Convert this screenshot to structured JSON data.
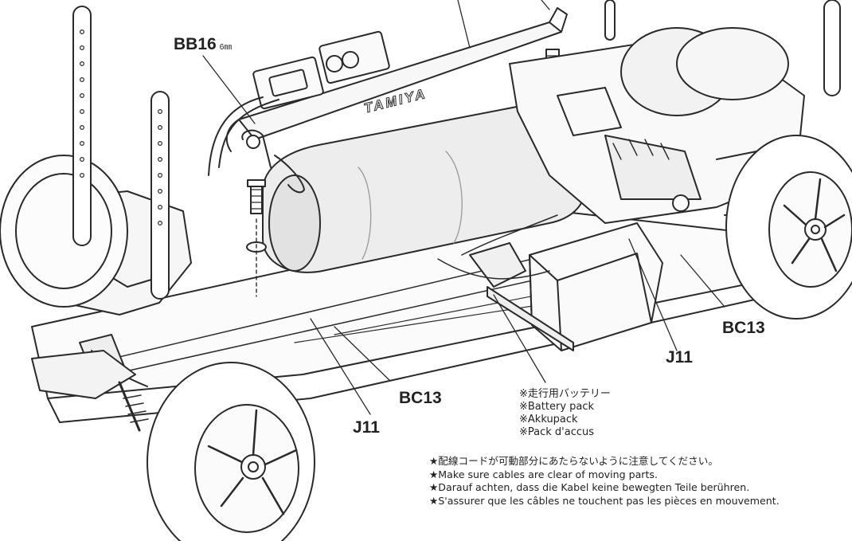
{
  "labels": {
    "bb16": "BB16",
    "bb16_size": "6㎜",
    "bc13_right": "BC13",
    "j11_center": "J11",
    "bc13_center": "BC13",
    "j11_left": "J11",
    "brand": "TAMIYA"
  },
  "part_names": [
    "※走行用バッテリー",
    "※Battery pack",
    "※Akkupack",
    "※Pack d'accus"
  ],
  "notes": [
    "★配線コードが可動部分にあたらないように注意してください。",
    "★Make sure cables are clear of moving parts.",
    "★Darauf achten, dass die Kabel keine bewegten Teile berühren.",
    "★S'assurer que les câbles ne touchent pas les pièces en mouvement."
  ]
}
